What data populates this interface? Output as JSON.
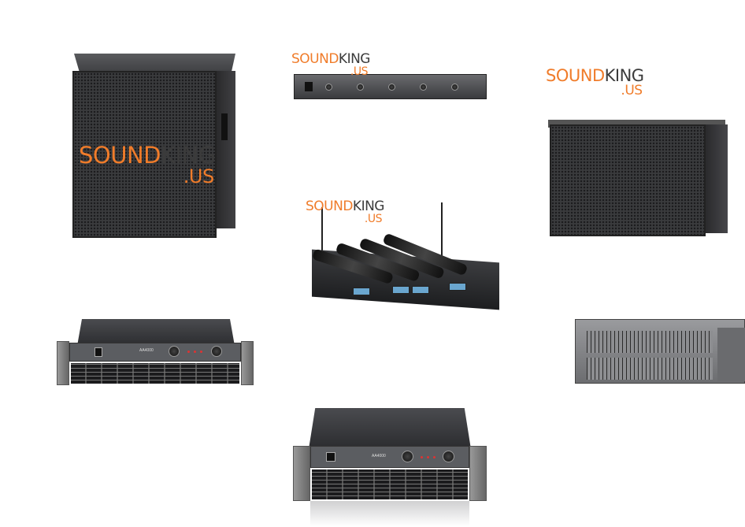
{
  "watermark": {
    "brand_part1": "SOUND",
    "brand_part2": "KING",
    "suffix": ".US",
    "accent_color": "#f07c2a",
    "dark_color": "#3b3b3b"
  },
  "products": [
    {
      "id": "speaker-cabinet-left",
      "type": "speaker"
    },
    {
      "id": "rack-processor",
      "type": "rack-unit"
    },
    {
      "id": "speaker-cabinet-right",
      "type": "speaker"
    },
    {
      "id": "wireless-mic-system",
      "type": "wireless-microphone-receiver"
    },
    {
      "id": "power-amplifier-2u",
      "type": "power-amplifier",
      "model": "AA4000"
    },
    {
      "id": "graphic-equalizer",
      "type": "equalizer"
    },
    {
      "id": "power-amplifier-3u",
      "type": "power-amplifier",
      "model": "AA4000"
    }
  ]
}
